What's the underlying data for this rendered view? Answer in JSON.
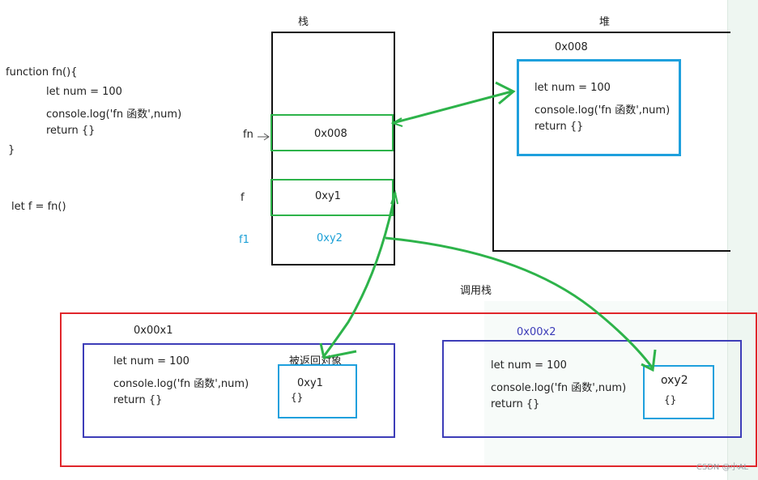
{
  "code": {
    "fn_lines": [
      "function fn(){",
      "let num = 100",
      "console.log('fn 函数',num)",
      "return {}",
      "}"
    ],
    "call_line": "let f = fn()"
  },
  "stack": {
    "title": "栈",
    "labels": {
      "fn": "fn",
      "f": "f",
      "f1": "f1"
    },
    "cells": {
      "fn": "0x008",
      "f": "0xy1",
      "f1": "0xy2"
    }
  },
  "heap": {
    "title": "堆",
    "address": "0x008",
    "lines": [
      "let num = 100",
      "console.log('fn 函数',num)",
      "return {}"
    ]
  },
  "call_stack": {
    "title": "调用栈",
    "frames": [
      {
        "address": "0x00x1",
        "lines": [
          "let num = 100",
          "console.log('fn 函数',num)",
          "return {}"
        ],
        "returned_label": "被返回对象",
        "returned": {
          "address": "0xy1",
          "body": "{}"
        }
      },
      {
        "address": "0x00x2",
        "lines": [
          "let num = 100",
          "console.log('fn 函数',num)",
          "return {}"
        ],
        "returned": {
          "address": "oxy2",
          "body": "{}"
        }
      }
    ]
  },
  "watermark": "CSDN @小AL",
  "colors": {
    "arrow": "#2db34a",
    "stack_border": "#111111",
    "frame_outer": "#e0262b",
    "frame_inner": "#3d3db8",
    "object_box": "#1ea0dd",
    "cell_border": "#2db34a"
  }
}
